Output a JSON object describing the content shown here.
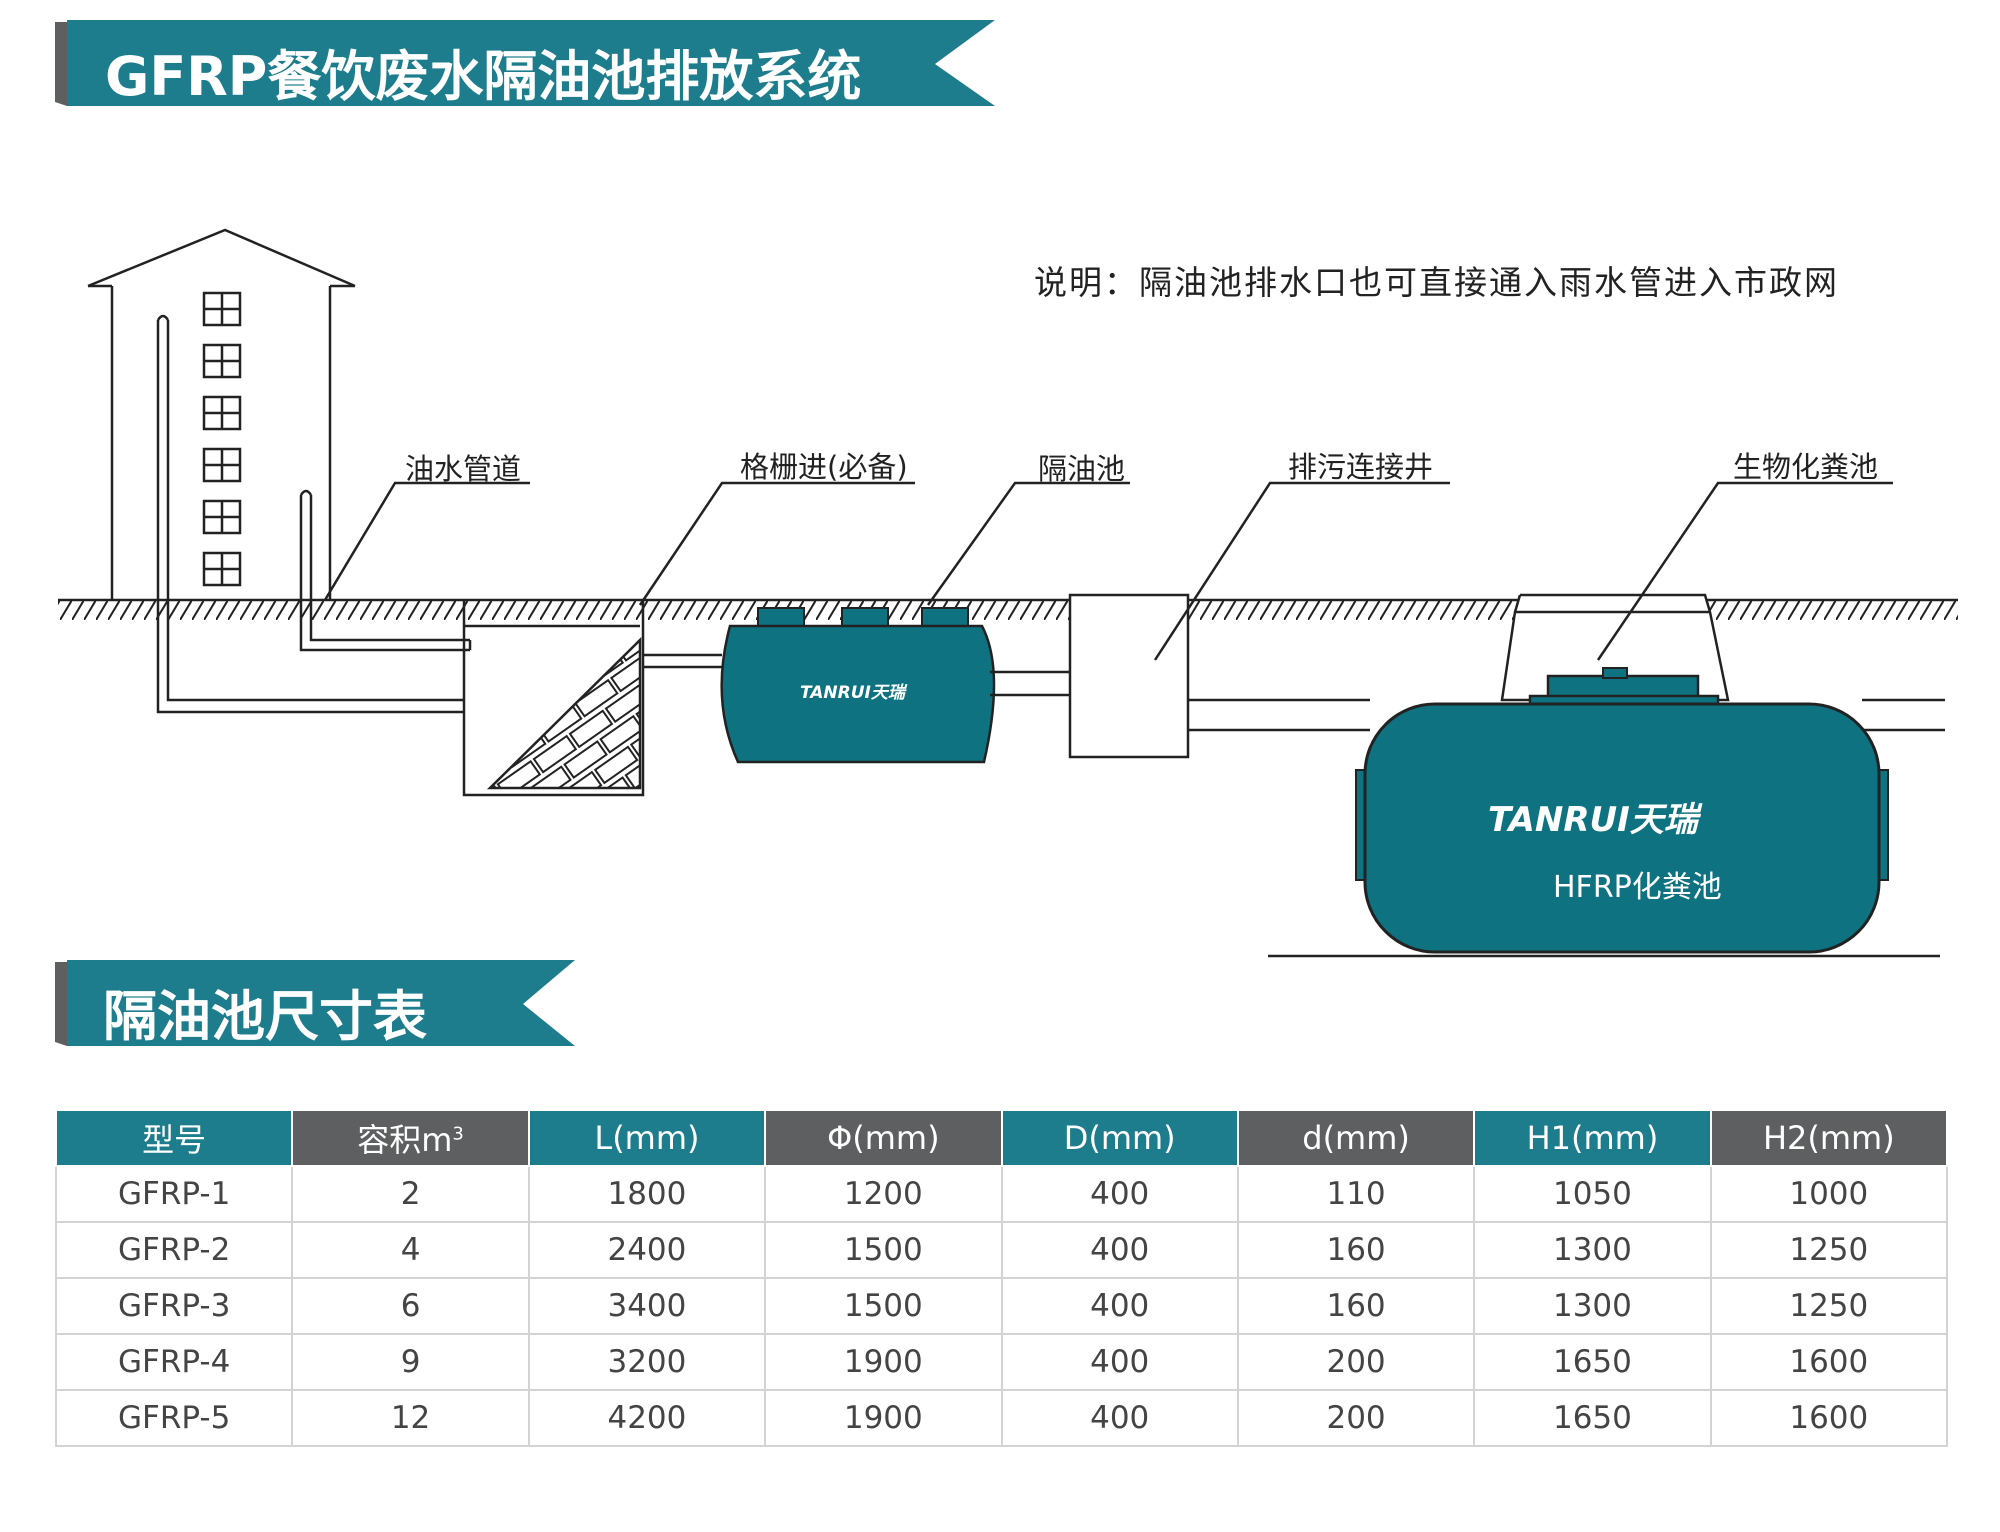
{
  "header": {
    "title": "GFRP餐饮废水隔油池排放系统"
  },
  "note": "说明：隔油池排水口也可直接通入雨水管进入市政网",
  "diagram": {
    "labels": {
      "pipe": "油水管道",
      "grille": "格栅进(必备)",
      "separator": "隔油池",
      "well": "排污连接井",
      "septic": "生物化粪池"
    },
    "small_tank_logo": "TANRUI天瑞",
    "big_tank_logo": "TANRUI天瑞",
    "big_tank_caption": "HFRP化粪池"
  },
  "section2": {
    "title": "隔油池尺寸表"
  },
  "table": {
    "headers": [
      "型号",
      "容积m",
      "L(mm)",
      "Φ(mm)",
      "D(mm)",
      "d(mm)",
      "H1(mm)",
      "H2(mm)"
    ],
    "header_superscript": "3",
    "rows": [
      [
        "GFRP-1",
        "2",
        "1800",
        "1200",
        "400",
        "110",
        "1050",
        "1000"
      ],
      [
        "GFRP-2",
        "4",
        "2400",
        "1500",
        "400",
        "160",
        "1300",
        "1250"
      ],
      [
        "GFRP-3",
        "6",
        "3400",
        "1500",
        "400",
        "160",
        "1300",
        "1250"
      ],
      [
        "GFRP-4",
        "9",
        "3200",
        "1900",
        "400",
        "200",
        "1650",
        "1600"
      ],
      [
        "GFRP-5",
        "12",
        "4200",
        "1900",
        "400",
        "200",
        "1650",
        "1600"
      ]
    ]
  },
  "colors": {
    "teal": "#1d7d8c",
    "gray": "#5d5f61",
    "tank": "#0f7281"
  }
}
